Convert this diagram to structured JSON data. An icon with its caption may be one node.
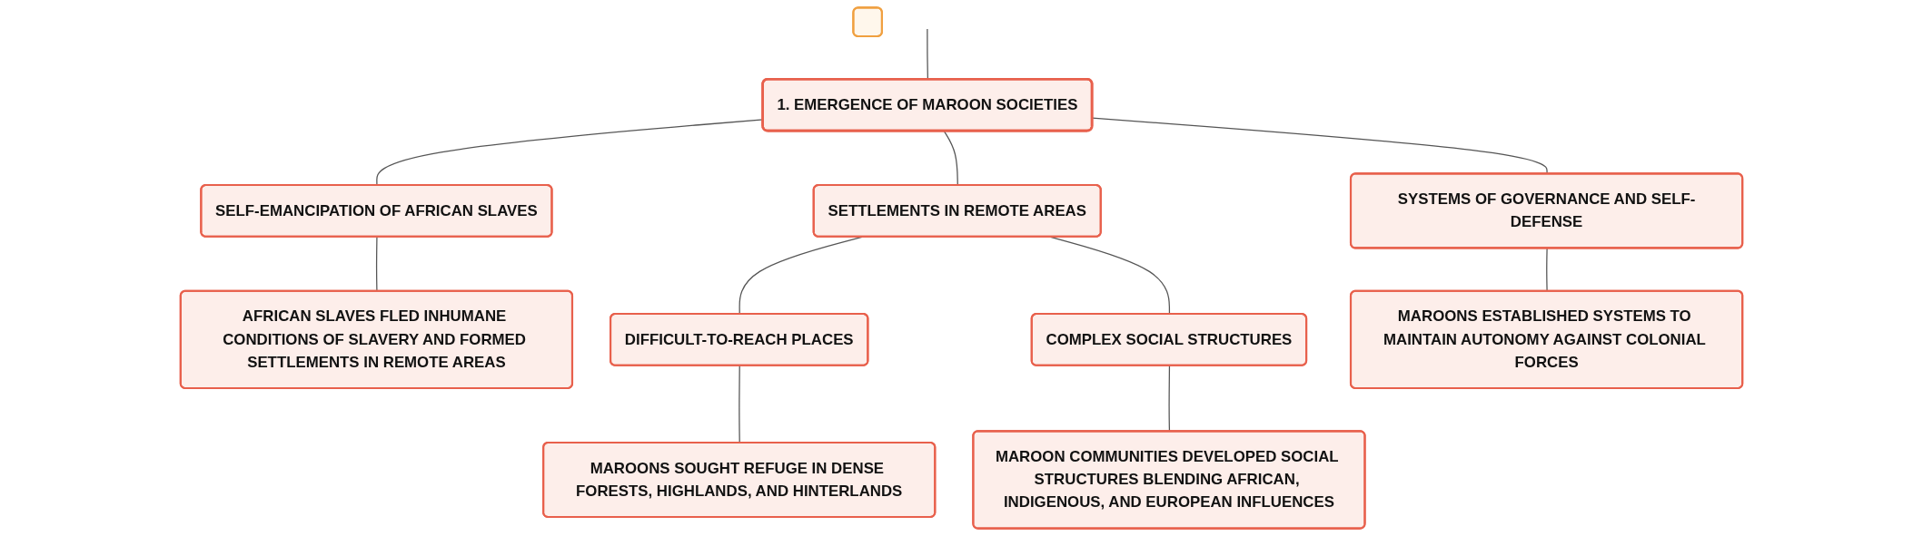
{
  "diagram": {
    "nodes": [
      {
        "text": [
          "1. EMERGENCE OF MAROON SOCIETIES"
        ]
      },
      {
        "text": [
          "SELF-EMANCIPATION OF AFRICAN SLAVES"
        ]
      },
      {
        "text": [
          "SETTLEMENTS IN REMOTE AREAS"
        ]
      },
      {
        "text": [
          "SYSTEMS OF GOVERNANCE AND SELF-DEFENSE"
        ]
      },
      {
        "text": [
          "AFRICAN SLAVES FLED INHUMANE CONDITIONS OF SLAVERY AND FORMED SETTLEMENTS IN REMOTE AREAS"
        ]
      },
      {
        "text": [
          "DIFFICULT-TO-REACH PLACES"
        ]
      },
      {
        "text": [
          "COMPLEX SOCIAL STRUCTURES"
        ]
      },
      {
        "text": [
          "MAROONS ESTABLISHED SYSTEMS TO MAINTAIN AUTONOMY AGAINST COLONIAL FORCES"
        ]
      },
      {
        "text": [
          "MAROONS SOUGHT REFUGE IN DENSE FORESTS, HIGHLANDS, AND HINTERLANDS"
        ]
      },
      {
        "text": [
          "MAROON COMMUNITIES DEVELOPED SOCIAL STRUCTURES BLENDING AFRICAN, INDIGENOUS, AND EUROPEAN INFLUENCES"
        ]
      },
      {
        "text": [],
        "shape": "box"
      }
    ],
    "edges": [
      {
        "from": null,
        "to": 0,
        "arrow": "none"
      },
      {
        "from": 0,
        "to": 1,
        "arrow": "none"
      },
      {
        "from": 0,
        "to": 2,
        "arrow": "none"
      },
      {
        "from": 0,
        "to": 3,
        "arrow": "none"
      },
      {
        "from": 1,
        "to": 4,
        "arrow": "none"
      },
      {
        "from": 2,
        "to": 5,
        "arrow": "none"
      },
      {
        "from": 2,
        "to": 6,
        "arrow": "none"
      },
      {
        "from": 3,
        "to": 7,
        "arrow": "none"
      },
      {
        "from": 5,
        "to": 8,
        "arrow": "none"
      },
      {
        "from": 6,
        "to": 9,
        "arrow": "none"
      }
    ]
  }
}
